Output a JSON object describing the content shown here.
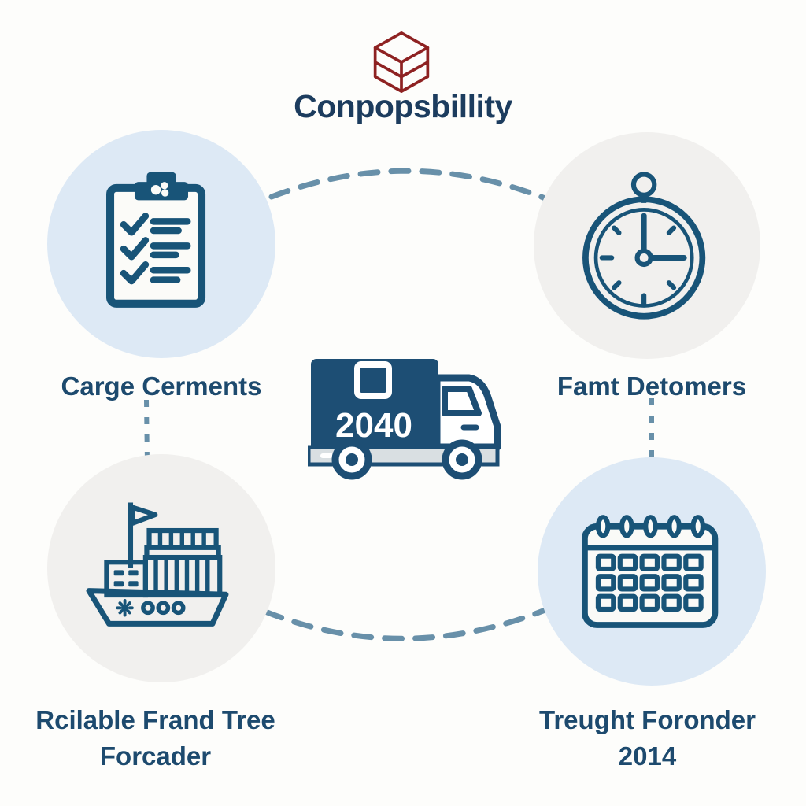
{
  "title": {
    "text": "Conpopsbillity",
    "color": "#1c3c5e",
    "logo_icon": "stacked-box-icon",
    "logo_color": "#8e2222"
  },
  "center_truck": {
    "icon": "delivery-truck-icon",
    "number": "2040",
    "body_color": "#1d4e74",
    "chassis_color": "#d9dfe2"
  },
  "nodes": {
    "top_left": {
      "icon": "clipboard-checklist-icon",
      "label": "Carge Cerments",
      "circle_color": "#dde9f5"
    },
    "top_right": {
      "icon": "stopwatch-icon",
      "label": "Famt Detomers",
      "circle_color": "#f1f0ee"
    },
    "bottom_left": {
      "icon": "cargo-ship-icon",
      "label_line1": "Rcilable Frand Tree",
      "label_line2": "Forcader",
      "circle_color": "#f1f0ee"
    },
    "bottom_right": {
      "icon": "calendar-icon",
      "label_line1": "Treught Foronder",
      "label_line2": "2014",
      "circle_color": "#dde9f5"
    }
  },
  "style": {
    "icon_color": "#185478",
    "label_color": "#1d4a6e",
    "connector_color": "#6890a9",
    "connector_style": "dashed",
    "background_color": "#fdfdfb"
  }
}
